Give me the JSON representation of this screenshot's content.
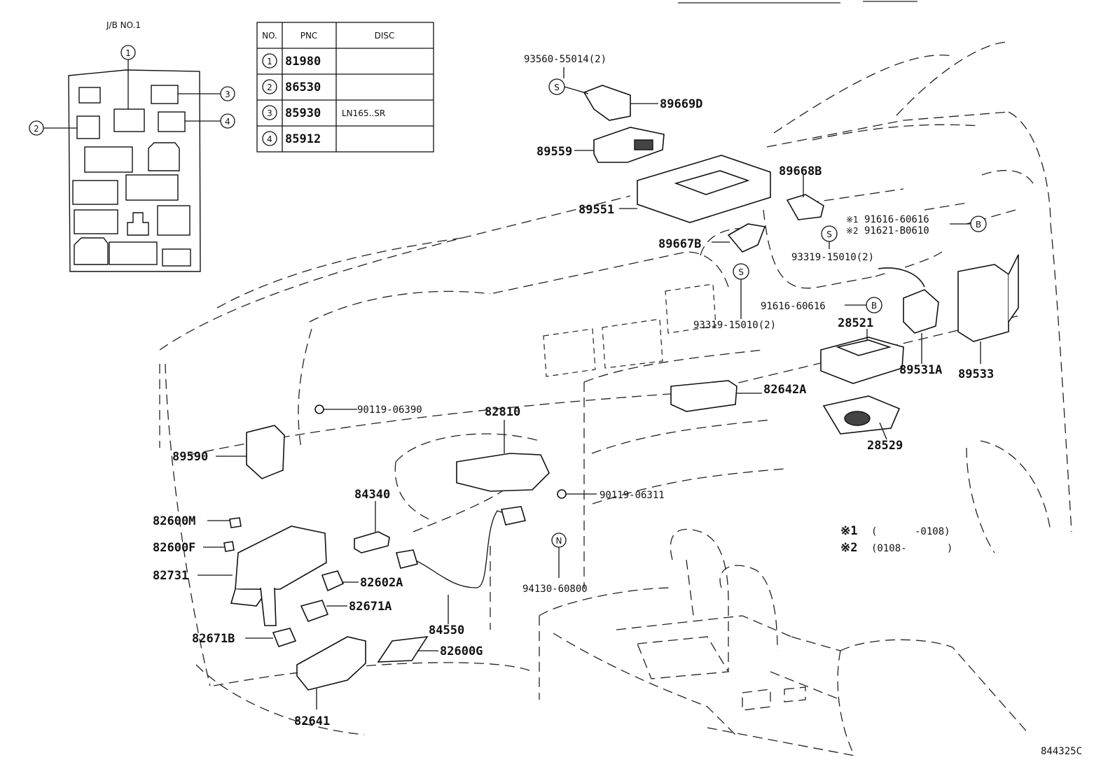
{
  "junction_block": {
    "title": "J/B NO.1",
    "callouts": [
      "1",
      "2",
      "3",
      "4"
    ]
  },
  "table": {
    "headers": [
      "NO.",
      "PNC",
      "DISC"
    ],
    "rows": [
      {
        "no": "1",
        "pnc": "81980",
        "disc": ""
      },
      {
        "no": "2",
        "pnc": "86530",
        "disc": ""
      },
      {
        "no": "3",
        "pnc": "85930",
        "disc": "LN165..SR"
      },
      {
        "no": "4",
        "pnc": "85912",
        "disc": ""
      }
    ]
  },
  "symbols": {
    "s": "S",
    "b": "B",
    "n": "N",
    "mark1": "※1",
    "mark2": "※2"
  },
  "part_labels": {
    "p93560": "93560-55014(2)",
    "p89669D": "89669D",
    "p89559": "89559",
    "p89551": "89551",
    "p89668B": "89668B",
    "p91616a": "91616-60616",
    "p91621": "91621-B0610",
    "p89667B": "89667B",
    "p93319a": "93319-15010(2)",
    "p91616b": "91616-60616",
    "p93319b": "93319-15010(2)",
    "p28521": "28521",
    "p89531A": "89531A",
    "p89533": "89533",
    "p82642A": "82642A",
    "p28529": "28529",
    "p90119a": "90119-06390",
    "p82810": "82810",
    "p89590": "89590",
    "p90119b": "90119-06311",
    "p84340": "84340",
    "p82600M": "82600M",
    "p82600F": "82600F",
    "p82731": "82731",
    "p82602A": "82602A",
    "p82671A": "82671A",
    "p94130": "94130-60800",
    "p84550": "84550",
    "p82671B": "82671B",
    "p82600G": "82600G",
    "p82641": "82641"
  },
  "notes": {
    "note1_open": "(",
    "note1_range": "-0108)",
    "note2_range": "(0108-",
    "note2_close": ")"
  },
  "figure_code": "844325C"
}
